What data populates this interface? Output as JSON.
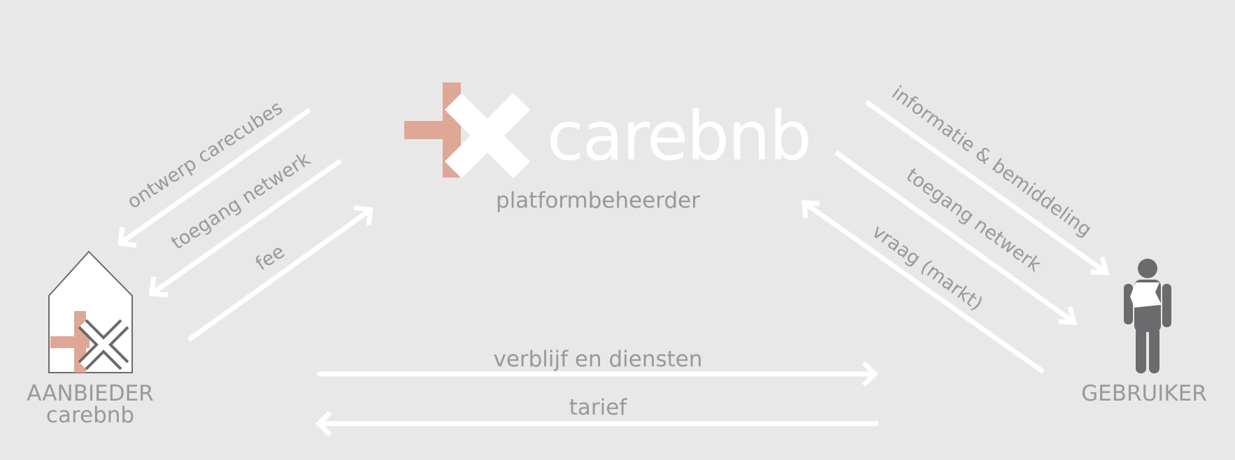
{
  "logo": {
    "wordmark": "carebnb"
  },
  "center": {
    "role": "platformbeheerder"
  },
  "provider": {
    "title": "AANBIEDER",
    "subtitle": "carebnb"
  },
  "user": {
    "title": "GEBRUIKER"
  },
  "flows": {
    "ontwerp": "ontwerp carecubes",
    "toegang_left": "toegang netwerk",
    "fee": "fee",
    "informatie": "informatie & bemiddeling",
    "toegang_right": "toegang netwerk",
    "vraag": "vraag (markt)",
    "verblijf": "verblijf en diensten",
    "tarief": "tarief"
  },
  "colors": {
    "background": "#e8e8e8",
    "arrow": "#ffffff",
    "label": "#999999",
    "brand_salmon": "#dfa795",
    "figure": "#6b6b6d"
  }
}
